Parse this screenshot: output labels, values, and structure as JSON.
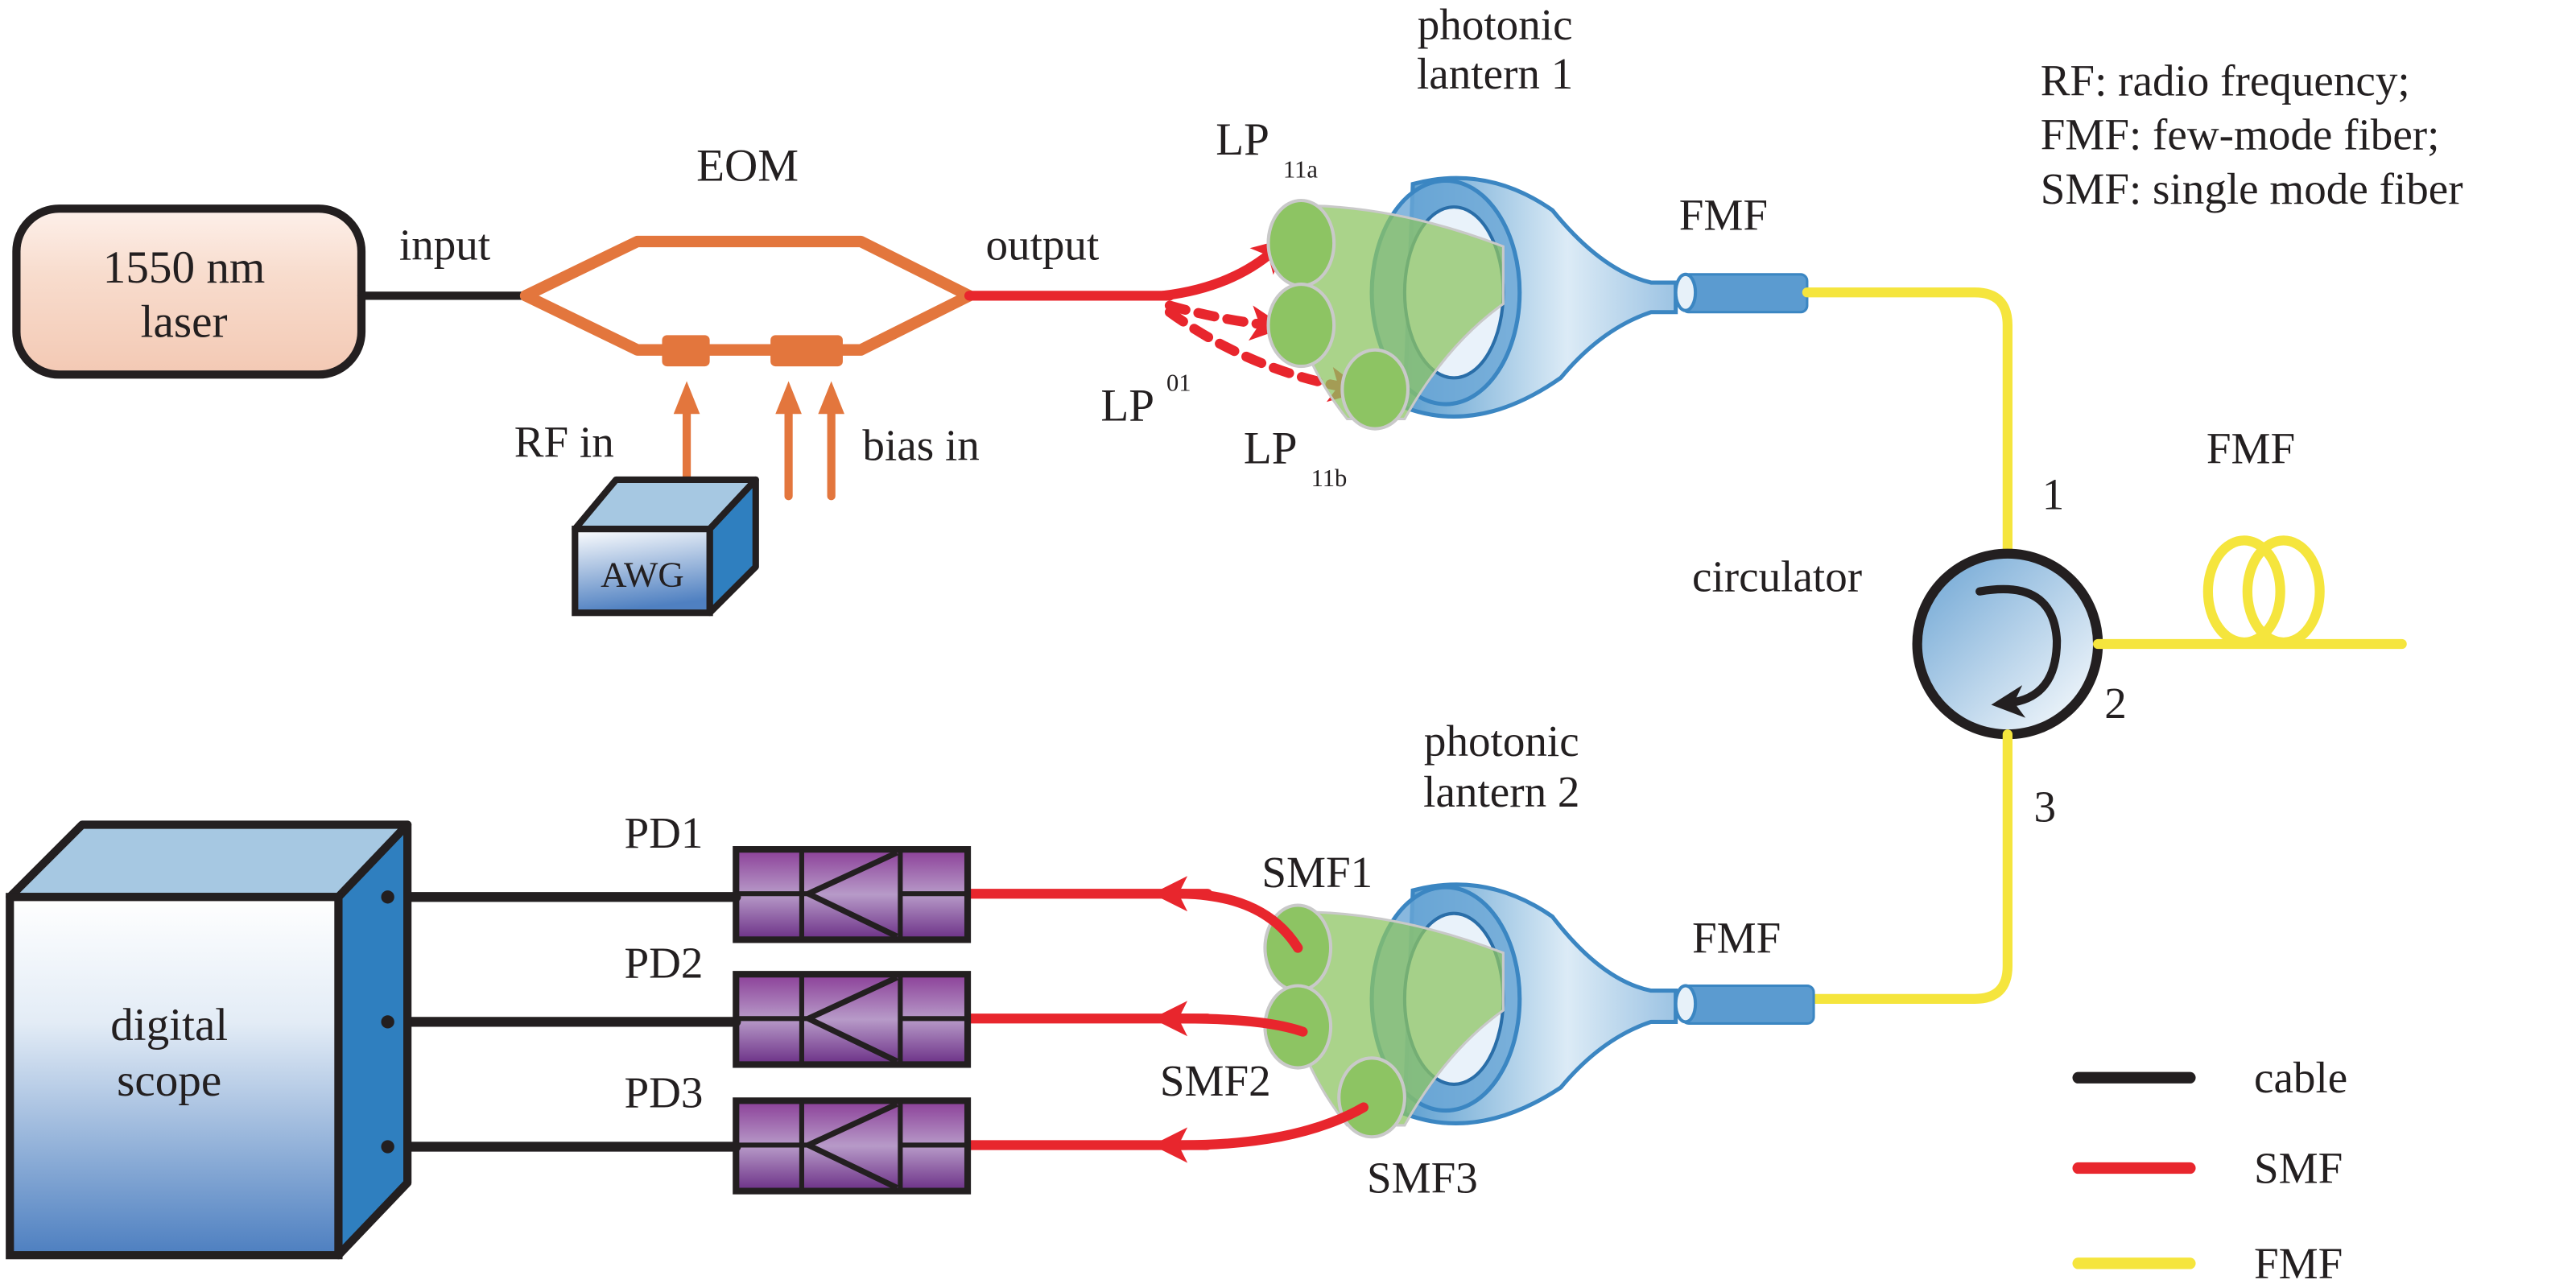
{
  "figure": {
    "kind": "experimental setup schematic",
    "colors": {
      "cable": "#231f20",
      "smf": "#e8262d",
      "fmf": "#f5e53d",
      "eom": "#e3763d",
      "device_blue": "#3b86c2",
      "device_blue_light": "#a6c8e2",
      "lantern_green": "#8dc463",
      "laser_fill": "#f8d8c8",
      "pd_purple": "#7a3a8f"
    }
  },
  "laser": {
    "line1": "1550 nm",
    "line2": "laser"
  },
  "labels": {
    "input": "input",
    "output": "output",
    "eom": "EOM",
    "rf_in": "RF in",
    "bias_in": "bias in",
    "awg": "AWG",
    "circulator": "circulator",
    "fmf_top": "FMF",
    "fmf_spool": "FMF",
    "fmf_bottom": "FMF",
    "port1": "1",
    "port2": "2",
    "port3": "3"
  },
  "lantern1": {
    "title_line1": "photonic",
    "title_line2": "lantern 1",
    "modes": [
      {
        "base": "LP",
        "sub": "11a"
      },
      {
        "base": "LP",
        "sub": "01"
      },
      {
        "base": "LP",
        "sub": "11b"
      }
    ]
  },
  "lantern2": {
    "title_line1": "photonic",
    "title_line2": "lantern 2",
    "ports": [
      "SMF1",
      "SMF2",
      "SMF3"
    ]
  },
  "detectors": [
    "PD1",
    "PD2",
    "PD3"
  ],
  "scope": {
    "line1": "digital",
    "line2": "scope"
  },
  "abbreviations": [
    "RF: radio frequency;",
    "FMF: few-mode fiber;",
    "SMF: single mode fiber"
  ],
  "legend": [
    {
      "label": "cable",
      "color": "#231f20"
    },
    {
      "label": "SMF",
      "color": "#e8262d"
    },
    {
      "label": "FMF",
      "color": "#f5e53d"
    }
  ]
}
